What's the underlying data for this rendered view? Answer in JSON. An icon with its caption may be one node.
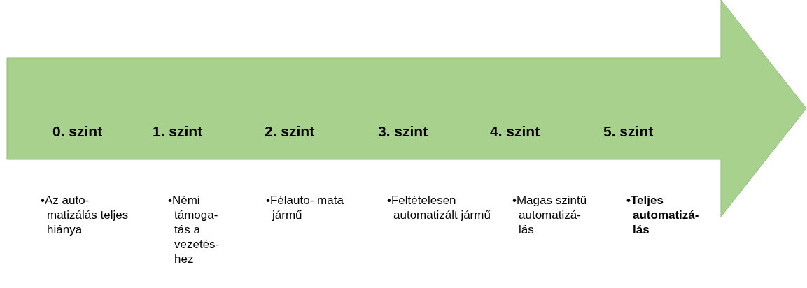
{
  "diagram": {
    "nodes": [
      {
        "text": [],
        "shape": "arrow"
      }
    ],
    "labels": [
      "0. szint",
      "1. szint",
      "2. szint",
      "3. szint",
      "4. szint",
      "5. szint",
      "•Az auto- matizálás teljes hiánya",
      "•Némi támoga- tás a vezetés- hez",
      "•Félauto- mata jármű",
      "•Feltételesen automatizált jármű",
      "•Magas szintű automatizá- lás",
      "•Teljes automatizá- lás"
    ]
  }
}
